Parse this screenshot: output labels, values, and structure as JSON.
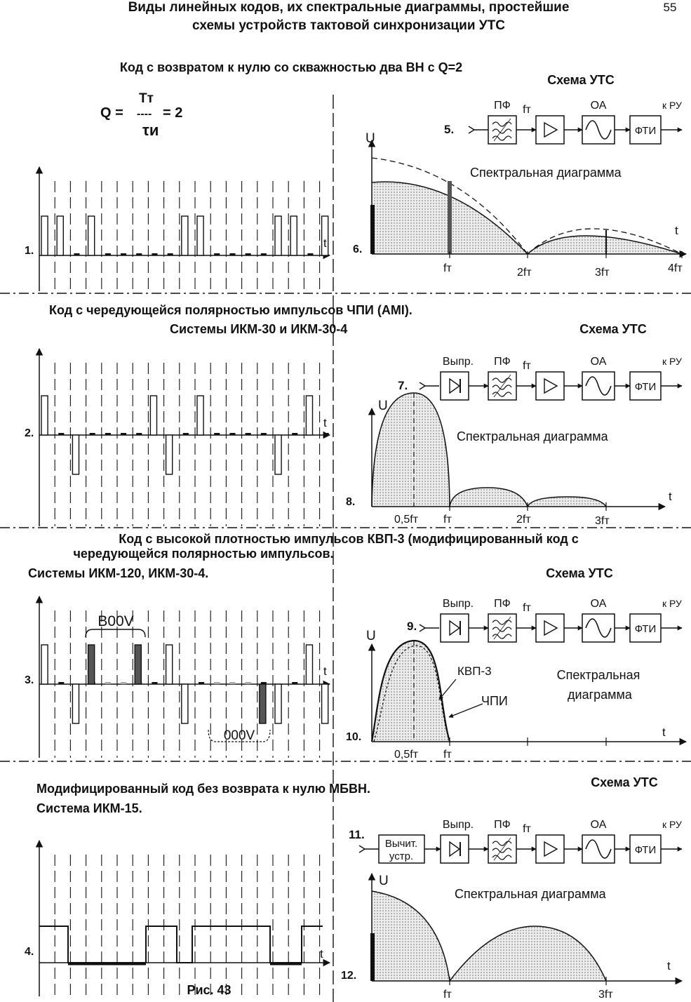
{
  "header": {
    "title_line1": "Виды линейных кодов, их спектральные диаграммы, простейшие",
    "title_line2": "схемы устройств тактовой синхронизации УТС",
    "page_number": "55"
  },
  "section1": {
    "title": "Код с возвратом к нулю со скважностью два ВН с Q=2",
    "formula": {
      "lhs": "Q =",
      "num": "Тт",
      "dash": "----",
      "den": "τи",
      "rhs": "= 2"
    },
    "row_label": "1.",
    "t_label": "t",
    "scheme_title": "Схема УТС",
    "scheme_num": "5.",
    "blocks": {
      "pf": "ПФ",
      "ft": "fт",
      "oa": "ОА",
      "fti": "ФТИ",
      "kru": "к РУ"
    },
    "spectrum_num": "6.",
    "u_label": "U",
    "spectrum_title": "Спектральная диаграмма",
    "spectrum_t": "t",
    "axis_ticks": [
      "fт",
      "2fт",
      "3fт",
      "4fт"
    ]
  },
  "section2": {
    "title": "Код с чередующейся полярностью импульсов ЧПИ (AMI).",
    "subtitle": "Системы ИКМ-30 и ИКМ-30-4",
    "row_label": "2.",
    "t_label": "t",
    "scheme_title": "Схема УТС",
    "scheme_num": "7.",
    "blocks": {
      "vypr": "Выпр.",
      "pf": "ПФ",
      "ft": "fт",
      "oa": "ОА",
      "fti": "ФТИ",
      "kru": "к РУ"
    },
    "spectrum_num": "8.",
    "u_label": "U",
    "spectrum_title": "Спектральная диаграмма",
    "spectrum_t": "t",
    "axis_ticks": [
      "0,5fт",
      "fт",
      "2fт",
      "3fт"
    ]
  },
  "section3": {
    "title_line1": "Код с высокой плотностью импульсов КВП-3 (модифицированный код с",
    "title_line2": "чередующейся полярностью импульсов.",
    "subtitle": "Системы ИКМ-120, ИКМ-30-4.",
    "bracket_top": "B00V",
    "bracket_bottom": "000V",
    "row_label": "3.",
    "t_label": "t",
    "scheme_title": "Схема УТС",
    "scheme_num": "9.",
    "blocks": {
      "vypr": "Выпр.",
      "pf": "ПФ",
      "ft": "fт",
      "oa": "ОА",
      "fti": "ФТИ",
      "kru": "к РУ"
    },
    "spectrum_num": "10.",
    "u_label": "U",
    "spectrum_t": "t",
    "legend_kvp": "КВП-3",
    "legend_chpi": "ЧПИ",
    "spectrum_title_line1": "Спектральная",
    "spectrum_title_line2": "диаграмма",
    "axis_ticks": [
      "0,5fт",
      "fт"
    ]
  },
  "section4": {
    "title": "Модифицированный код без возврата к нулю МБВН.",
    "subtitle": "Система ИКМ-15.",
    "row_label": "4.",
    "t_label": "t",
    "figure_caption": "Рис. 43",
    "scheme_title": "Схема УТС",
    "scheme_num": "11.",
    "blocks": {
      "vych1": "Вычит.",
      "vych2": "устр.",
      "vypr": "Выпр.",
      "pf": "ПФ",
      "ft": "fт",
      "oa": "ОА",
      "fti": "ФТИ",
      "kru": "к РУ"
    },
    "spectrum_num": "12.",
    "u_label": "U",
    "spectrum_title": "Спектральная диаграмма",
    "spectrum_t": "t",
    "axis_ticks": [
      "fт",
      "3fт"
    ]
  },
  "colors": {
    "ink": "#111111",
    "shade": "#d9d9d9"
  }
}
